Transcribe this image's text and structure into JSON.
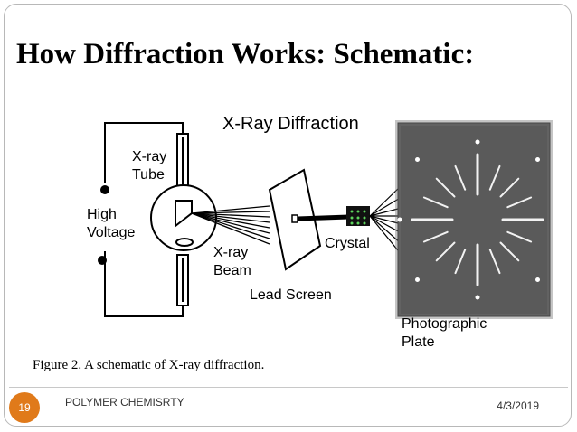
{
  "slide": {
    "title": "How Diffraction Works: Schematic:",
    "caption": "Figure 2.  A schematic of X-ray diffraction.",
    "page_number": "19",
    "course": "POLYMER CHEMISRTY",
    "date": "4/3/2019",
    "accent_color": "#e07a1a"
  },
  "diagram": {
    "heading": "X-Ray Diffraction",
    "labels": {
      "tube_line1": "X-ray",
      "tube_line2": "Tube",
      "hv_line1": "High",
      "hv_line2": "Voltage",
      "beam_line1": "X-ray",
      "beam_line2": "Beam",
      "lead_screen": "Lead Screen",
      "crystal": "Crystal",
      "plate_line1": "Photographic",
      "plate_line2": "Plate"
    }
  }
}
